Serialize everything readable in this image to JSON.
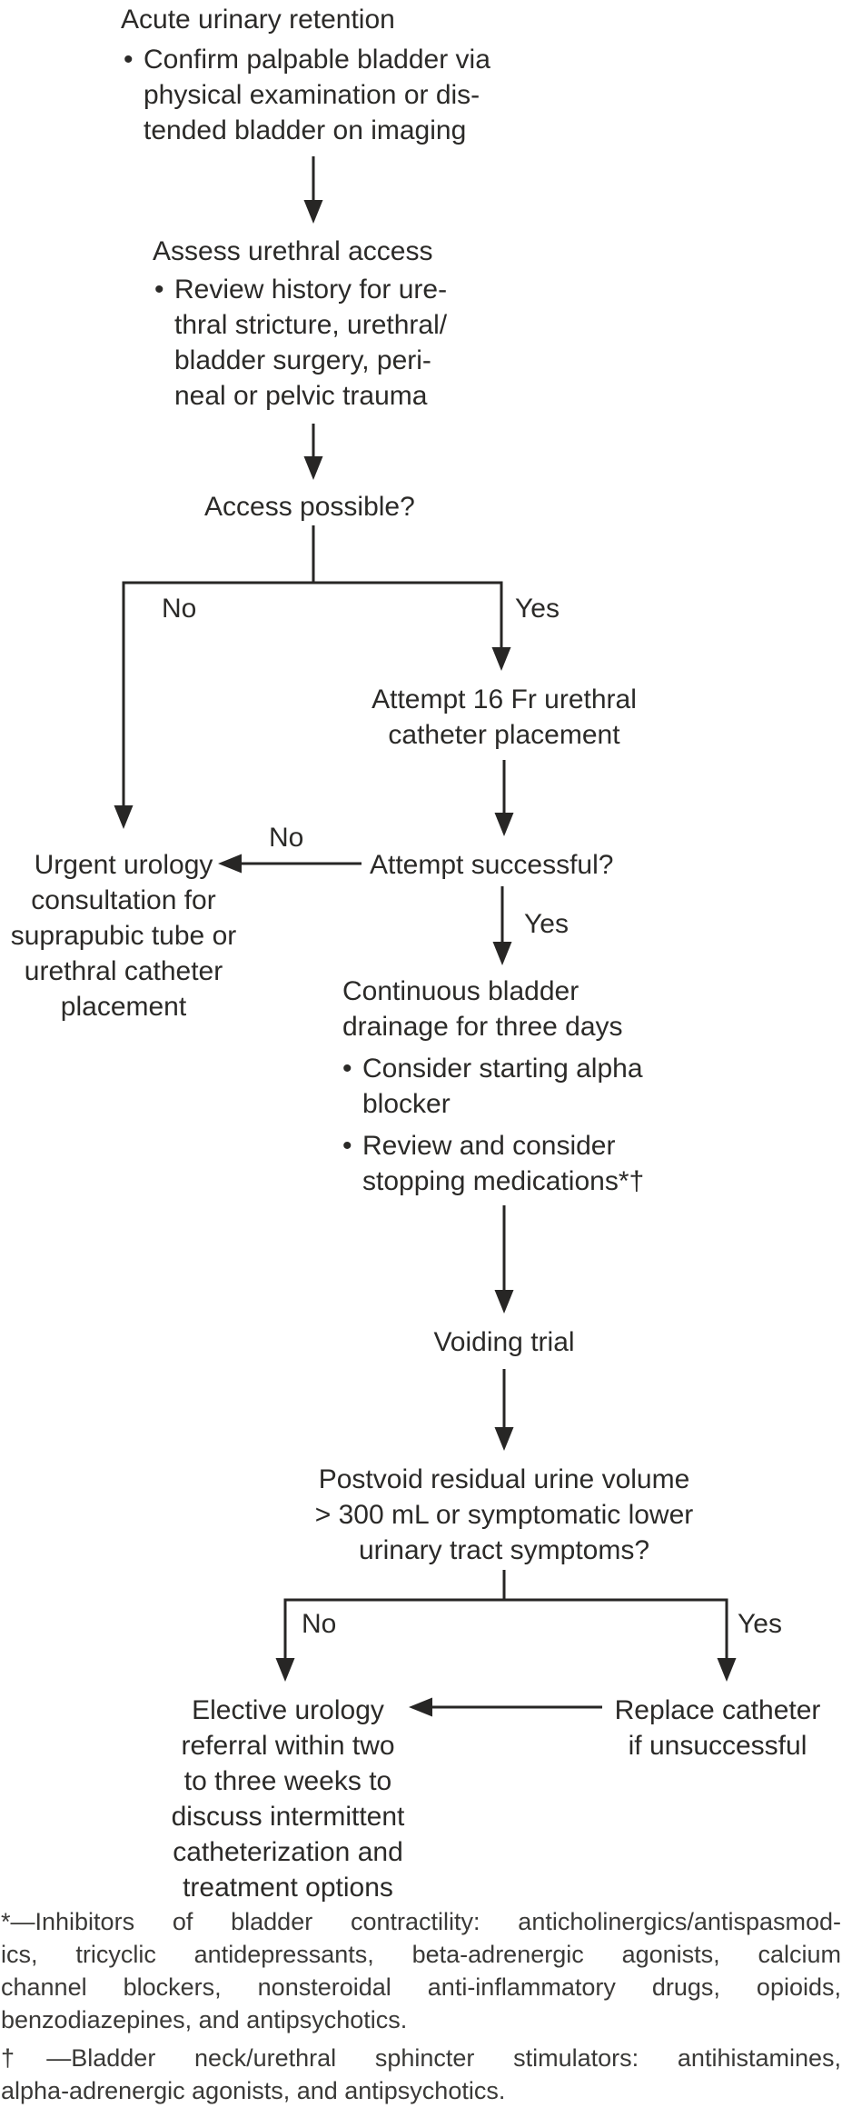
{
  "bullet_char": "•",
  "nodes": {
    "acute": {
      "title": "Acute urinary retention",
      "bullet_lines": [
        "Confirm palpable bladder via",
        "physical examination or dis-",
        "tended bladder on imaging"
      ]
    },
    "assess": {
      "title": "Assess urethral access",
      "bullet_lines": [
        "Review history for ure-",
        "thral stricture, urethral/",
        "bladder surgery, peri-",
        "neal or pelvic trauma"
      ]
    },
    "access_question": {
      "label": "Access possible?"
    },
    "attempt_placement": {
      "lines": [
        "Attempt 16 Fr urethral",
        "catheter placement"
      ]
    },
    "attempt_question": {
      "label": "Attempt successful?"
    },
    "urgent_urology": {
      "lines": [
        "Urgent urology",
        "consultation for",
        "suprapubic tube or",
        "urethral catheter",
        "placement"
      ]
    },
    "continuous_drainage": {
      "lines": [
        "Continuous bladder",
        "drainage for three days"
      ],
      "bullets": [
        {
          "lines": [
            "Consider starting alpha",
            "blocker"
          ]
        },
        {
          "lines": [
            "Review and consider",
            "stopping medications*†"
          ]
        }
      ]
    },
    "voiding_trial": {
      "label": "Voiding trial"
    },
    "postvoid_question": {
      "lines": [
        "Postvoid residual urine volume",
        "> 300 mL or symptomatic lower",
        "urinary tract symptoms?"
      ]
    },
    "elective_referral": {
      "lines": [
        "Elective urology",
        "referral within two",
        "to three weeks to",
        "discuss intermittent",
        "catheterization and",
        "treatment options"
      ]
    },
    "replace_catheter": {
      "lines": [
        "Replace catheter",
        "if unsuccessful"
      ]
    }
  },
  "branch_labels": {
    "access_no": "No",
    "access_yes": "Yes",
    "attempt_no": "No",
    "attempt_yes": "Yes",
    "postvoid_no": "No",
    "postvoid_yes": "Yes"
  },
  "footnotes": {
    "asterisk_lines": [
      "*—Inhibitors of bladder contractility: anticholinergics/antispasmod-",
      "ics, tricyclic antidepressants, beta-adrenergic agonists, calcium",
      "channel blockers, nonsteroidal anti-inflammatory drugs, opioids,",
      "benzodiazepines, and antipsychotics."
    ],
    "dagger_lines": [
      "†—Bladder neck/urethral sphincter stimulators: antihistamines,",
      "alpha-adrenergic agonists, and antipsychotics."
    ]
  },
  "colors": {
    "text": "#2b2a28",
    "line": "#272625",
    "background": "#ffffff"
  }
}
